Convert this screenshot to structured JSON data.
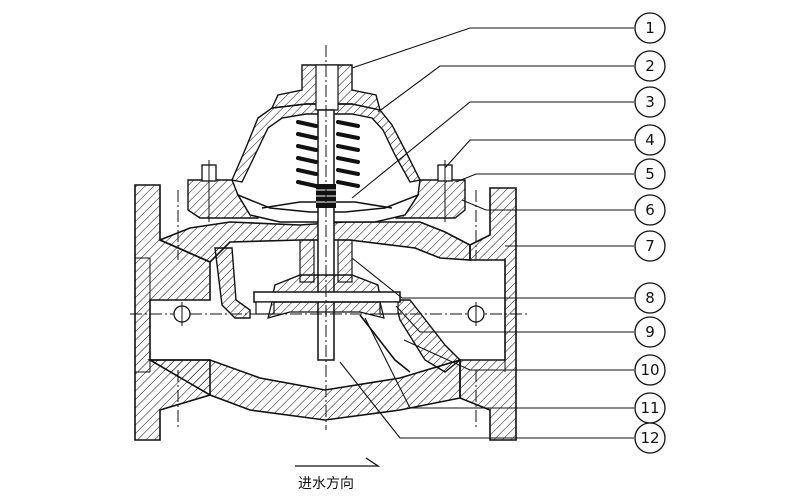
{
  "diagram": {
    "callouts": [
      {
        "number": "1"
      },
      {
        "number": "2"
      },
      {
        "number": "3"
      },
      {
        "number": "4"
      },
      {
        "number": "5"
      },
      {
        "number": "6"
      },
      {
        "number": "7"
      },
      {
        "number": "8"
      },
      {
        "number": "9"
      },
      {
        "number": "10"
      },
      {
        "number": "11"
      },
      {
        "number": "12"
      }
    ],
    "flow_direction_label": "进水方向"
  }
}
